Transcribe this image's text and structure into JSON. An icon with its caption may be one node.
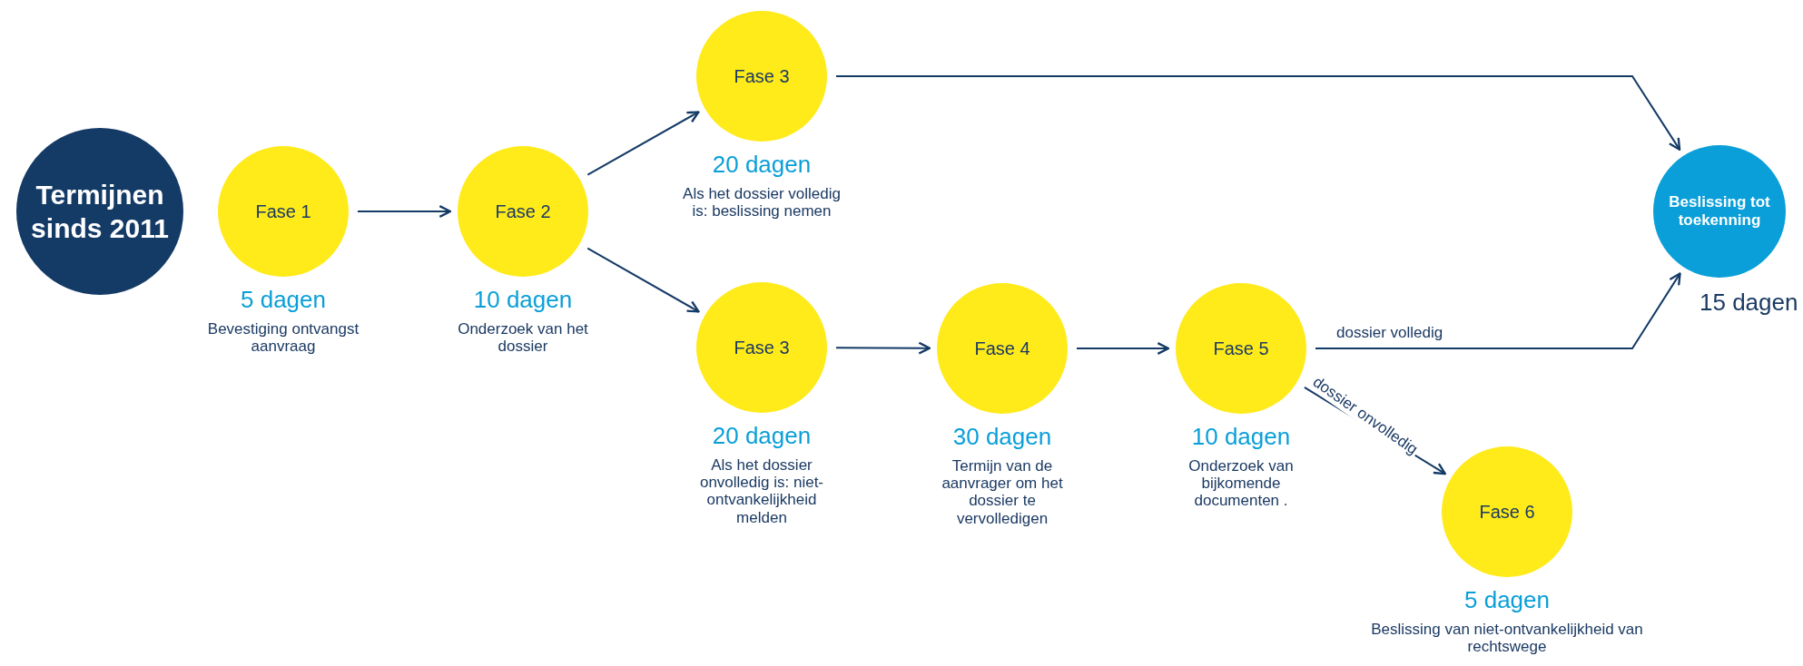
{
  "diagram": {
    "nodes": [
      {
        "text": [
          "Termijnen sinds 2011"
        ]
      },
      {
        "text": [
          "Fase 1"
        ],
        "beside": [
          "5 dagen",
          "Bevestiging ontvangst aanvraag"
        ]
      },
      {
        "text": [
          "Fase 2"
        ],
        "beside": [
          "10 dagen",
          "Onderzoek van het dossier"
        ]
      },
      {
        "text": [
          "Fase 3"
        ],
        "beside": [
          "20 dagen",
          "Als het dossier volledig is: beslissing nemen"
        ]
      },
      {
        "text": [
          "Fase 3"
        ],
        "beside": [
          "20 dagen",
          "Als het dossier onvolledig is: niet-ontvankelijkheid melden"
        ]
      },
      {
        "text": [
          "Fase 4"
        ],
        "beside": [
          "30 dagen",
          "Termijn van de aanvrager om het dossier te vervolledigen"
        ]
      },
      {
        "text": [
          "Fase 5"
        ],
        "beside": [
          "10 dagen",
          "Onderzoek van bijkomende documenten ."
        ]
      },
      {
        "text": [
          "Fase 6"
        ],
        "beside": [
          "5 dagen",
          "Beslissing van niet-ontvankelijkheid van rechtswege"
        ]
      },
      {
        "text": [
          "Beslissing tot toekenning"
        ],
        "beside": [
          "15 dagen"
        ]
      }
    ],
    "edges": [
      {
        "from": 1,
        "to": 2,
        "arrow": "to"
      },
      {
        "from": 2,
        "to": 3,
        "arrow": "to"
      },
      {
        "from": 2,
        "to": 4,
        "arrow": "to"
      },
      {
        "from": 3,
        "to": 8,
        "arrow": "to"
      },
      {
        "from": 4,
        "to": 5,
        "arrow": "to"
      },
      {
        "from": 5,
        "to": 6,
        "arrow": "to"
      },
      {
        "from": 6,
        "to": 8,
        "label": "dossier volledig",
        "arrow": "to"
      },
      {
        "from": 6,
        "to": 7,
        "label": "dossier onvolledig",
        "arrow": "to"
      }
    ]
  }
}
